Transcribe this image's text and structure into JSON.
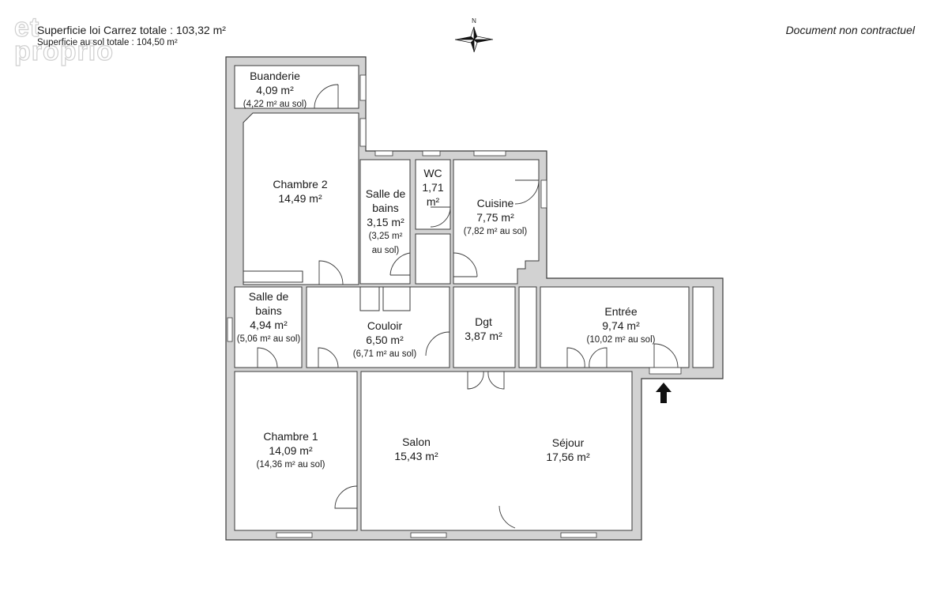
{
  "header": {
    "carrez_total": "Superficie loi Carrez totale :  103,32 m²",
    "floor_total": "Superficie au sol totale :  104,50 m²"
  },
  "disclaimer": "Document non contractuel",
  "watermark": {
    "line1": "et",
    "line2": "proprio"
  },
  "compass": {
    "label": "N"
  },
  "colors": {
    "wall": "#d2d2d2",
    "wall_stroke": "#3a3a3a",
    "room_fill": "#ffffff",
    "arrow": "#111111"
  },
  "rooms": [
    {
      "id": "buanderie",
      "name": "Buanderie",
      "area": "4,09 m²",
      "floor": "(4,22 m² au sol)"
    },
    {
      "id": "chambre2",
      "name": "Chambre 2",
      "area": "14,49 m²",
      "floor": ""
    },
    {
      "id": "sdb1",
      "name": "Salle de bains",
      "area": "3,15 m²",
      "floor": "(3,25 m² au sol)"
    },
    {
      "id": "wc",
      "name": "WC",
      "area": "1,71 m²",
      "floor": ""
    },
    {
      "id": "cuisine",
      "name": "Cuisine",
      "area": "7,75 m²",
      "floor": "(7,82 m² au sol)"
    },
    {
      "id": "sdb2",
      "name": "Salle de bains",
      "area": "4,94 m²",
      "floor": "(5,06 m² au sol)"
    },
    {
      "id": "couloir",
      "name": "Couloir",
      "area": "6,50 m²",
      "floor": "(6,71 m² au sol)"
    },
    {
      "id": "dgt",
      "name": "Dgt",
      "area": "3,87 m²",
      "floor": ""
    },
    {
      "id": "entree",
      "name": "Entrée",
      "area": "9,74 m²",
      "floor": "(10,02 m² au sol)"
    },
    {
      "id": "chambre1",
      "name": "Chambre 1",
      "area": "14,09 m²",
      "floor": "(14,36 m² au sol)"
    },
    {
      "id": "salon",
      "name": "Salon",
      "area": "15,43 m²",
      "floor": ""
    },
    {
      "id": "sejour",
      "name": "Séjour",
      "area": "17,56 m²",
      "floor": ""
    }
  ]
}
